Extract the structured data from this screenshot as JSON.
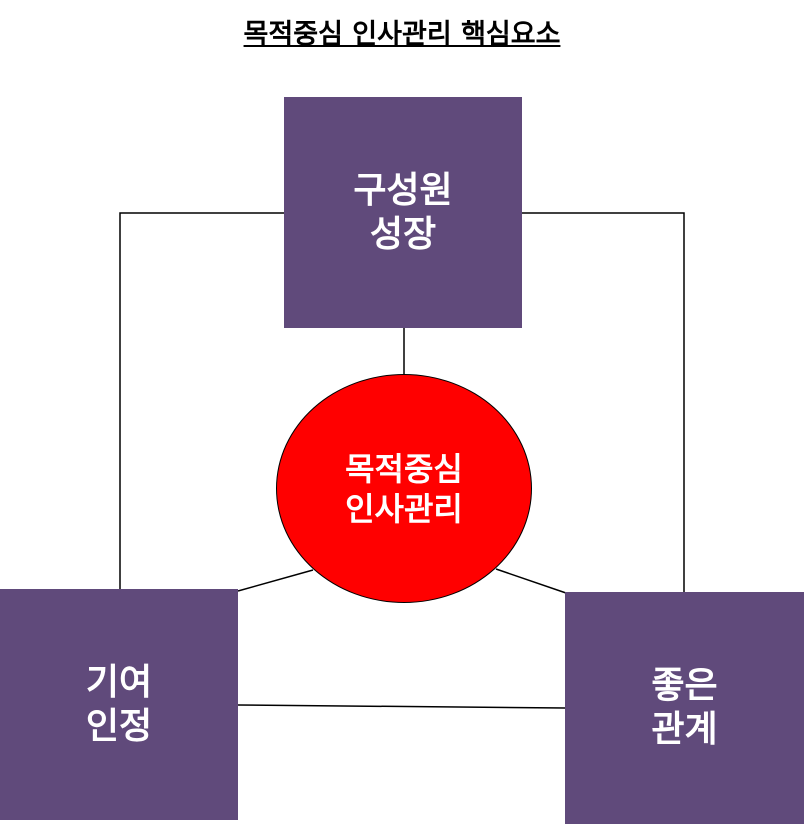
{
  "title": "목적중심 인사관리 핵심요소",
  "center": {
    "line1": "목적중심",
    "line2": "인사관리",
    "color": "#ff0000"
  },
  "nodes": {
    "top": {
      "line1": "구성원",
      "line2": "성장"
    },
    "left": {
      "line1": "기여",
      "line2": "인정"
    },
    "right": {
      "line1": "좋은",
      "line2": "관계"
    }
  },
  "box_color": "#604a7b"
}
